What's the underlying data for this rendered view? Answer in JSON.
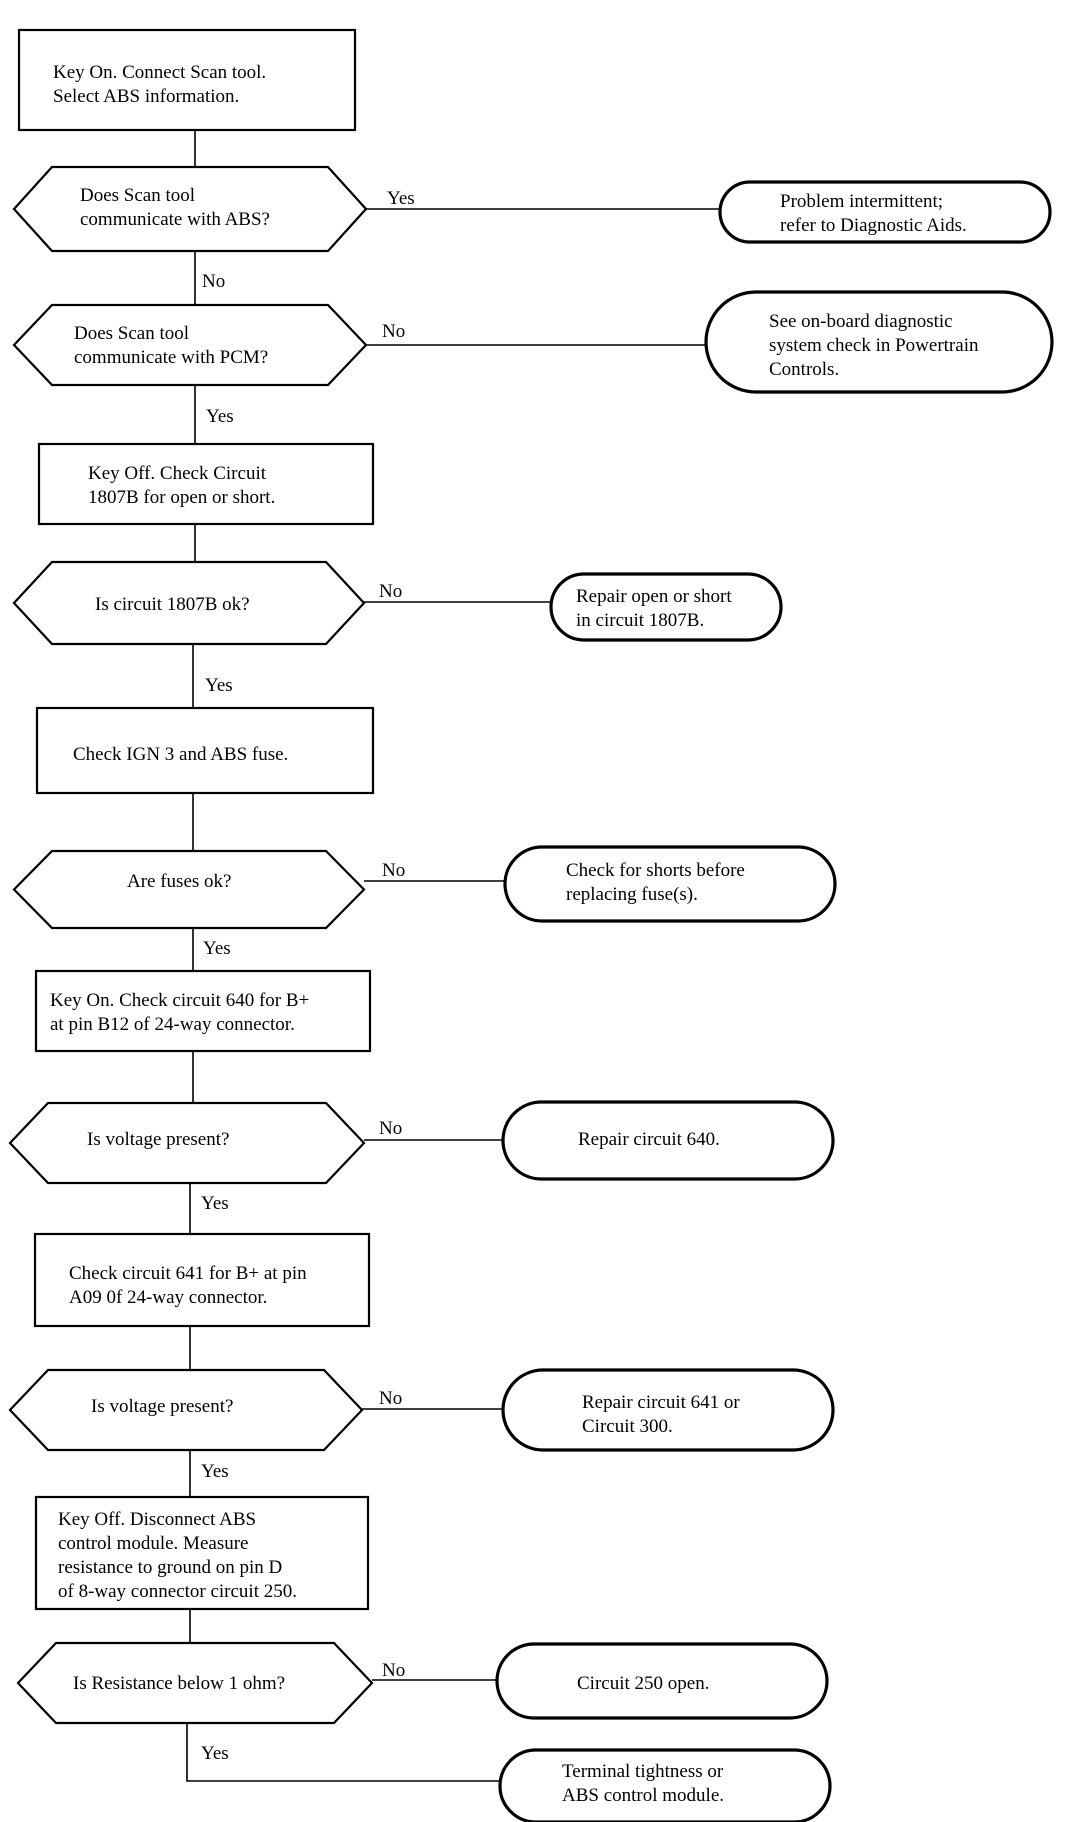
{
  "flowchart": {
    "steps": [
      {
        "id": "s1",
        "shape": "process",
        "lines": [
          "Key On.  Connect Scan tool.",
          "Select ABS information."
        ]
      },
      {
        "id": "d1",
        "shape": "decision",
        "lines": [
          "Does Scan tool",
          "communicate with ABS?"
        ]
      },
      {
        "id": "t1",
        "shape": "terminal",
        "lines": [
          "Problem intermittent;",
          "refer to Diagnostic Aids."
        ]
      },
      {
        "id": "d2",
        "shape": "decision",
        "lines": [
          "Does Scan tool",
          "communicate with PCM?"
        ]
      },
      {
        "id": "t2",
        "shape": "terminal",
        "lines": [
          "See on-board diagnostic",
          "system check in Powertrain",
          "Controls."
        ]
      },
      {
        "id": "s2",
        "shape": "process",
        "lines": [
          "Key Off.  Check Circuit",
          "1807B for open or short."
        ]
      },
      {
        "id": "d3",
        "shape": "decision",
        "lines": [
          "Is circuit 1807B ok?"
        ]
      },
      {
        "id": "t3",
        "shape": "terminal",
        "lines": [
          "Repair open or short",
          "in circuit 1807B."
        ]
      },
      {
        "id": "s3",
        "shape": "process",
        "lines": [
          "Check IGN 3 and ABS fuse."
        ]
      },
      {
        "id": "d4",
        "shape": "decision",
        "lines": [
          "Are fuses ok?"
        ]
      },
      {
        "id": "t4",
        "shape": "terminal",
        "lines": [
          "Check for shorts before",
          "replacing fuse(s)."
        ]
      },
      {
        "id": "s4",
        "shape": "process",
        "lines": [
          "Key On.  Check circuit 640 for B+",
          "at pin B12 of 24-way connector."
        ]
      },
      {
        "id": "d5",
        "shape": "decision",
        "lines": [
          "Is voltage present?"
        ]
      },
      {
        "id": "t5",
        "shape": "terminal",
        "lines": [
          "Repair circuit 640."
        ]
      },
      {
        "id": "s5",
        "shape": "process",
        "lines": [
          "Check circuit 641 for B+ at pin",
          "A09 0f 24-way connector."
        ]
      },
      {
        "id": "d6",
        "shape": "decision",
        "lines": [
          "Is voltage present?"
        ]
      },
      {
        "id": "t6",
        "shape": "terminal",
        "lines": [
          "Repair circuit 641 or",
          "Circuit 300."
        ]
      },
      {
        "id": "s6",
        "shape": "process",
        "lines": [
          "Key Off.  Disconnect ABS",
          "control module.  Measure",
          "resistance to ground on pin D",
          "of 8-way connector circuit 250."
        ]
      },
      {
        "id": "d7",
        "shape": "decision",
        "lines": [
          "Is Resistance below 1 ohm?"
        ]
      },
      {
        "id": "t7",
        "shape": "terminal",
        "lines": [
          "Circuit 250 open."
        ]
      },
      {
        "id": "t8",
        "shape": "terminal",
        "lines": [
          "Terminal tightness or",
          "ABS control module."
        ]
      }
    ],
    "connectors": [
      {
        "from": "s1",
        "to": "d1",
        "label": ""
      },
      {
        "from": "d1",
        "to": "t1",
        "label": "Yes"
      },
      {
        "from": "d1",
        "to": "d2",
        "label": "No"
      },
      {
        "from": "d2",
        "to": "t2",
        "label": "No"
      },
      {
        "from": "d2",
        "to": "s2",
        "label": "Yes"
      },
      {
        "from": "s2",
        "to": "d3",
        "label": ""
      },
      {
        "from": "d3",
        "to": "t3",
        "label": "No"
      },
      {
        "from": "d3",
        "to": "s3",
        "label": "Yes"
      },
      {
        "from": "s3",
        "to": "d4",
        "label": ""
      },
      {
        "from": "d4",
        "to": "t4",
        "label": "No"
      },
      {
        "from": "d4",
        "to": "s4",
        "label": "Yes"
      },
      {
        "from": "s4",
        "to": "d5",
        "label": ""
      },
      {
        "from": "d5",
        "to": "t5",
        "label": "No"
      },
      {
        "from": "d5",
        "to": "s5",
        "label": "Yes"
      },
      {
        "from": "s5",
        "to": "d6",
        "label": ""
      },
      {
        "from": "d6",
        "to": "t6",
        "label": "No"
      },
      {
        "from": "d6",
        "to": "s6",
        "label": "Yes"
      },
      {
        "from": "s6",
        "to": "d7",
        "label": ""
      },
      {
        "from": "d7",
        "to": "t7",
        "label": "No"
      },
      {
        "from": "d7",
        "to": "t8",
        "label": "Yes"
      }
    ]
  }
}
